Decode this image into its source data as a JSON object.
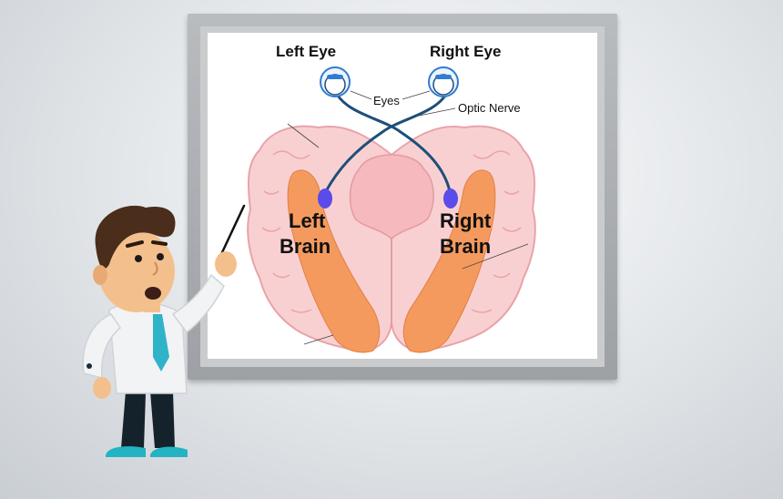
{
  "labels": {
    "left_eye": "Left Eye",
    "right_eye": "Right Eye",
    "eyes": "Eyes",
    "optic_nerve": "Optic Nerve",
    "left_brain_line1": "Left",
    "left_brain_line2": "Brain",
    "right_brain_line1": "Right",
    "right_brain_line2": "Brain"
  },
  "colors": {
    "cortex": "#f9d0d2",
    "cortex_outline": "#e9a3a8",
    "striatum": "#f59a5f",
    "nerve": "#1d4f7a",
    "nucleus": "#5a4bea",
    "eye_iris": "#2f7bd6",
    "shirt": "#f2f3f4",
    "tie": "#2fb3c9",
    "hair": "#4a2d1a",
    "skin": "#f3c08d"
  },
  "icons": [
    "eye-icon",
    "teacher-figure",
    "pointer-stick"
  ]
}
